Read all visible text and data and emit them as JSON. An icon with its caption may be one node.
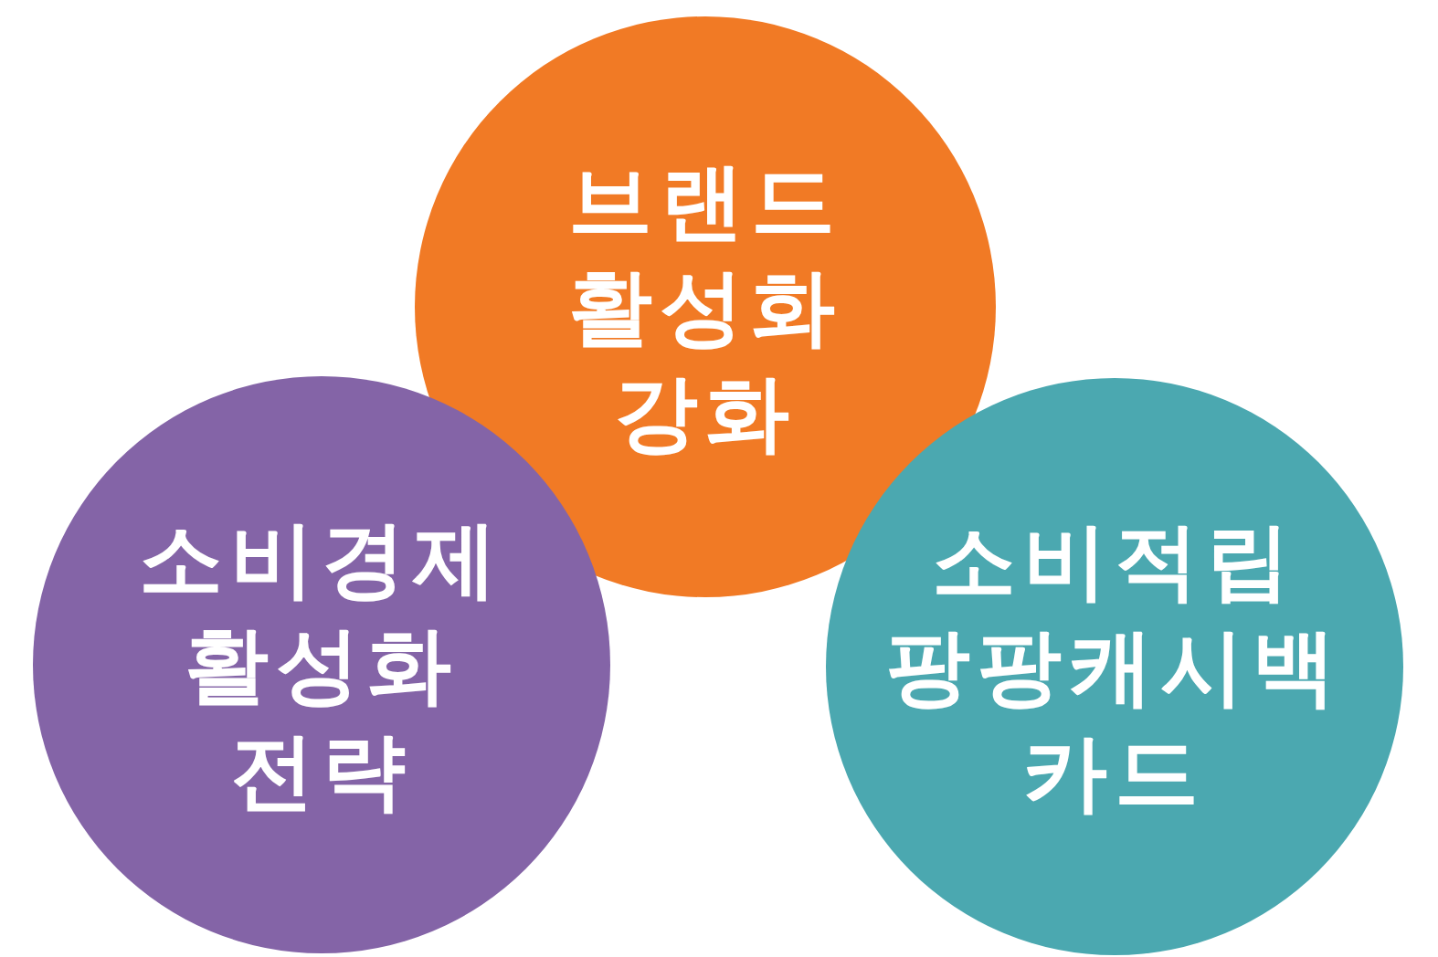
{
  "diagram": {
    "nodes": [
      {
        "text": [
          "브랜드 활성화 강화"
        ]
      },
      {
        "text": [
          "소비경제 활성화 전략"
        ]
      },
      {
        "text": [
          "소비적립 팡팡캐시백 카드"
        ]
      }
    ]
  }
}
